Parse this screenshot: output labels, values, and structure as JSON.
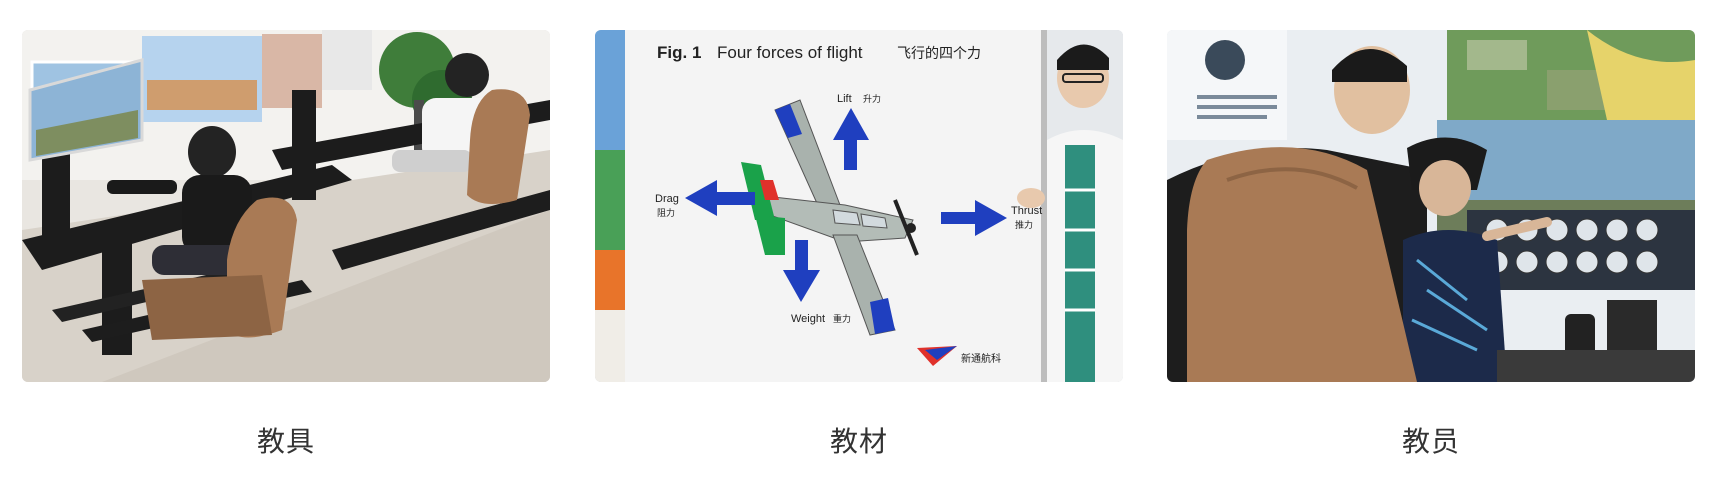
{
  "cards": [
    {
      "caption": "教具",
      "photo_subject": "flight simulator seats"
    },
    {
      "caption": "教材",
      "photo_subject": "four forces of flight poster",
      "poster": {
        "title_bold": "Fig. 1",
        "title_en": "Four forces of flight",
        "title_cn": "飞行的四个力",
        "lift_en": "Lift",
        "lift_cn": "升力",
        "drag_en": "Drag",
        "drag_cn": "阻力",
        "thrust_en": "Thrust",
        "thrust_cn": "推力",
        "weight_en": "Weight",
        "weight_cn": "重力",
        "brand": "新通航科"
      }
    },
    {
      "caption": "教员",
      "photo_subject": "instructor with student at cockpit simulator"
    }
  ],
  "colors": {
    "arrow_blue": "#1f3fbf",
    "wing_red": "#e0312b",
    "wing_green": "#1aa24a",
    "seat_brown": "#a97a55"
  }
}
